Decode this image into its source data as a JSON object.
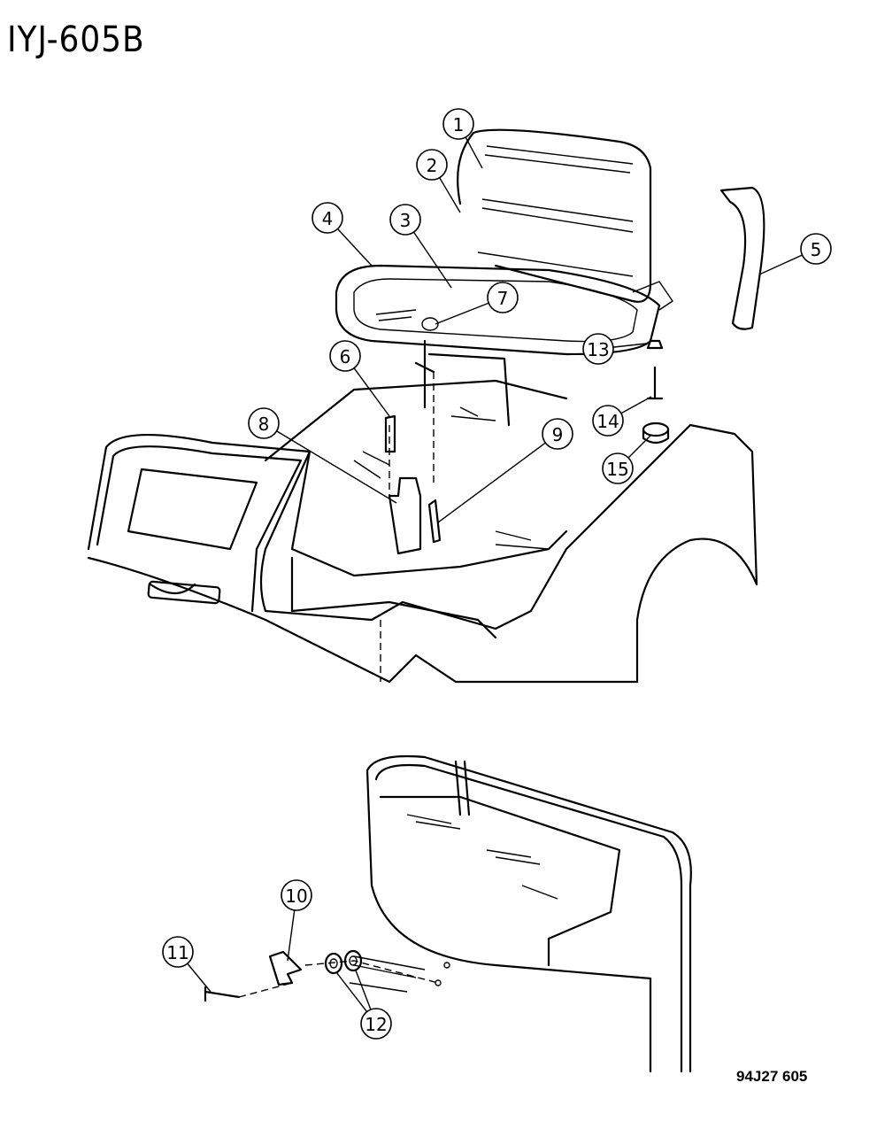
{
  "diagram_id": "IYJ-605B",
  "drawing_code": "94J27 605",
  "callouts": [
    "1",
    "2",
    "3",
    "4",
    "5",
    "6",
    "7",
    "8",
    "9",
    "10",
    "11",
    "12",
    "13",
    "14",
    "15"
  ]
}
